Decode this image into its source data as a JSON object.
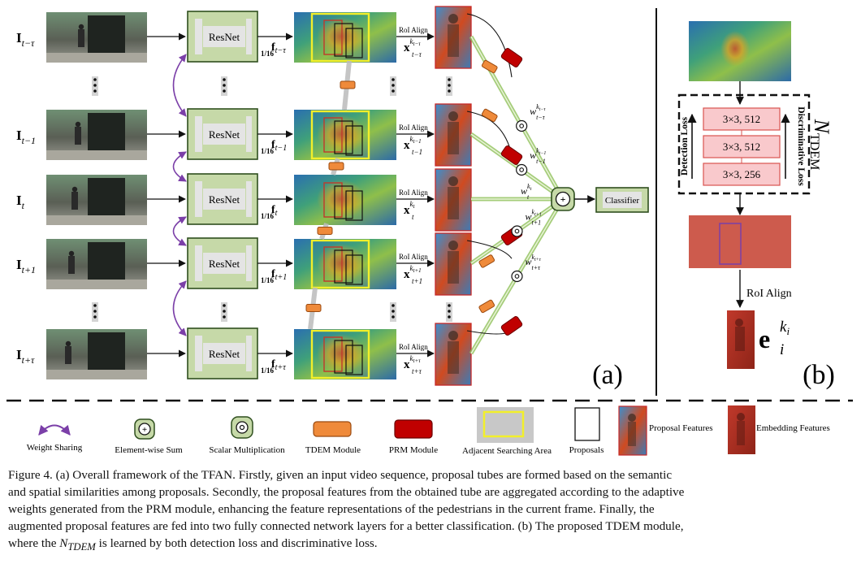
{
  "frames": [
    {
      "id": "t-tau",
      "label": "I",
      "sub": "t−τ"
    },
    {
      "id": "t-1",
      "label": "I",
      "sub": "t−1"
    },
    {
      "id": "t",
      "label": "I",
      "sub": "t"
    },
    {
      "id": "t+1",
      "label": "I",
      "sub": "t+1"
    },
    {
      "id": "t+tau",
      "label": "I",
      "sub": "t+τ"
    }
  ],
  "backbone_label": "ResNet",
  "feature_scale": "1/16",
  "feature_labels": [
    {
      "main": "f",
      "sub": "t−τ"
    },
    {
      "main": "f",
      "sub": "t−1"
    },
    {
      "main": "f",
      "sub": "t"
    },
    {
      "main": "f",
      "sub": "t+1"
    },
    {
      "main": "f",
      "sub": "t+τ"
    }
  ],
  "roi_align_label": "RoI Align",
  "roi_features": [
    {
      "main": "x",
      "sup": "k",
      "supsub": "t−τ",
      "sub": "t−τ"
    },
    {
      "main": "x",
      "sup": "k",
      "supsub": "t−1",
      "sub": "t−1"
    },
    {
      "main": "x",
      "sup": "k",
      "supsub": "t",
      "sub": "t"
    },
    {
      "main": "x",
      "sup": "k",
      "supsub": "t+1",
      "sub": "t+1"
    },
    {
      "main": "x",
      "sup": "k",
      "supsub": "t+τ",
      "sub": "t+τ"
    }
  ],
  "weights": [
    {
      "main": "w",
      "sup": "k",
      "supsub": "t−τ",
      "sub": "t−τ"
    },
    {
      "main": "w",
      "sup": "k",
      "supsub": "t−1",
      "sub": "t−1"
    },
    {
      "main": "w",
      "sup": "k",
      "supsub": "t",
      "sub": "t"
    },
    {
      "main": "w",
      "sup": "k",
      "supsub": "t+1",
      "sub": "t+1"
    },
    {
      "main": "w",
      "sup": "k",
      "supsub": "t+τ",
      "sub": "t+τ"
    }
  ],
  "classifier_label": "Classifier",
  "panel_a_label": "(a)",
  "panel_b_label": "(b)",
  "tdem": {
    "layers": [
      "3×3, 512",
      "3×3, 512",
      "3×3, 256"
    ],
    "detection_loss": "Detection Loss",
    "discriminative_loss": "Discriminative Loss",
    "title_main": "N",
    "title_sub": "TDEM",
    "roi_align": "RoI Align",
    "embedding_main": "e",
    "embedding_sup": "k",
    "embedding_supsub": "i",
    "embedding_sub": "i"
  },
  "legend": [
    {
      "key": "weight-sharing",
      "label": "Weight Sharing"
    },
    {
      "key": "element-sum",
      "label": "Element-wise Sum"
    },
    {
      "key": "scalar-mult",
      "label": "Scalar Multiplication"
    },
    {
      "key": "tdem-module",
      "label": "TDEM Module"
    },
    {
      "key": "prm-module",
      "label": "PRM Module"
    },
    {
      "key": "adjacent-area",
      "label": "Adjacent Searching Area"
    },
    {
      "key": "proposals",
      "label": "Proposals"
    },
    {
      "key": "proposal-feat",
      "label": "Proposal Features"
    },
    {
      "key": "embedding-feat",
      "label": "Embedding Features"
    }
  ],
  "colors": {
    "resnet_fill": "#c6d9a8",
    "resnet_stroke": "#2f4f1e",
    "resnet_inner": "#e4e4e4",
    "tdem_orange": "#ef8a3a",
    "prm_red": "#c00000",
    "adj_yellow": "#f2ef2a",
    "adj_gray": "#c8c8c8",
    "purple": "#7b3fa8",
    "green_line": "#8fc15a",
    "tdem_box_fill": "#f9c9cc",
    "tdem_box_stroke": "#d9534f"
  },
  "caption": {
    "lines": [
      "Figure 4. (a) Overall framework of the TFAN. Firstly, given an input video sequence, proposal tubes are formed based on the semantic",
      "and spatial similarities among proposals. Secondly, the proposal features from the obtained tube are aggregated according to the adaptive",
      "weights generated from the PRM module, enhancing the feature representations of the pedestrians in the current frame. Finally, the",
      "augmented proposal features are fed into two fully connected network layers for a better classification. (b) The proposed TDEM module,"
    ],
    "last_prefix": "where the ",
    "last_math_main": "N",
    "last_math_sub": "TDEM",
    "last_suffix": " is learned by both detection loss and discriminative loss."
  }
}
